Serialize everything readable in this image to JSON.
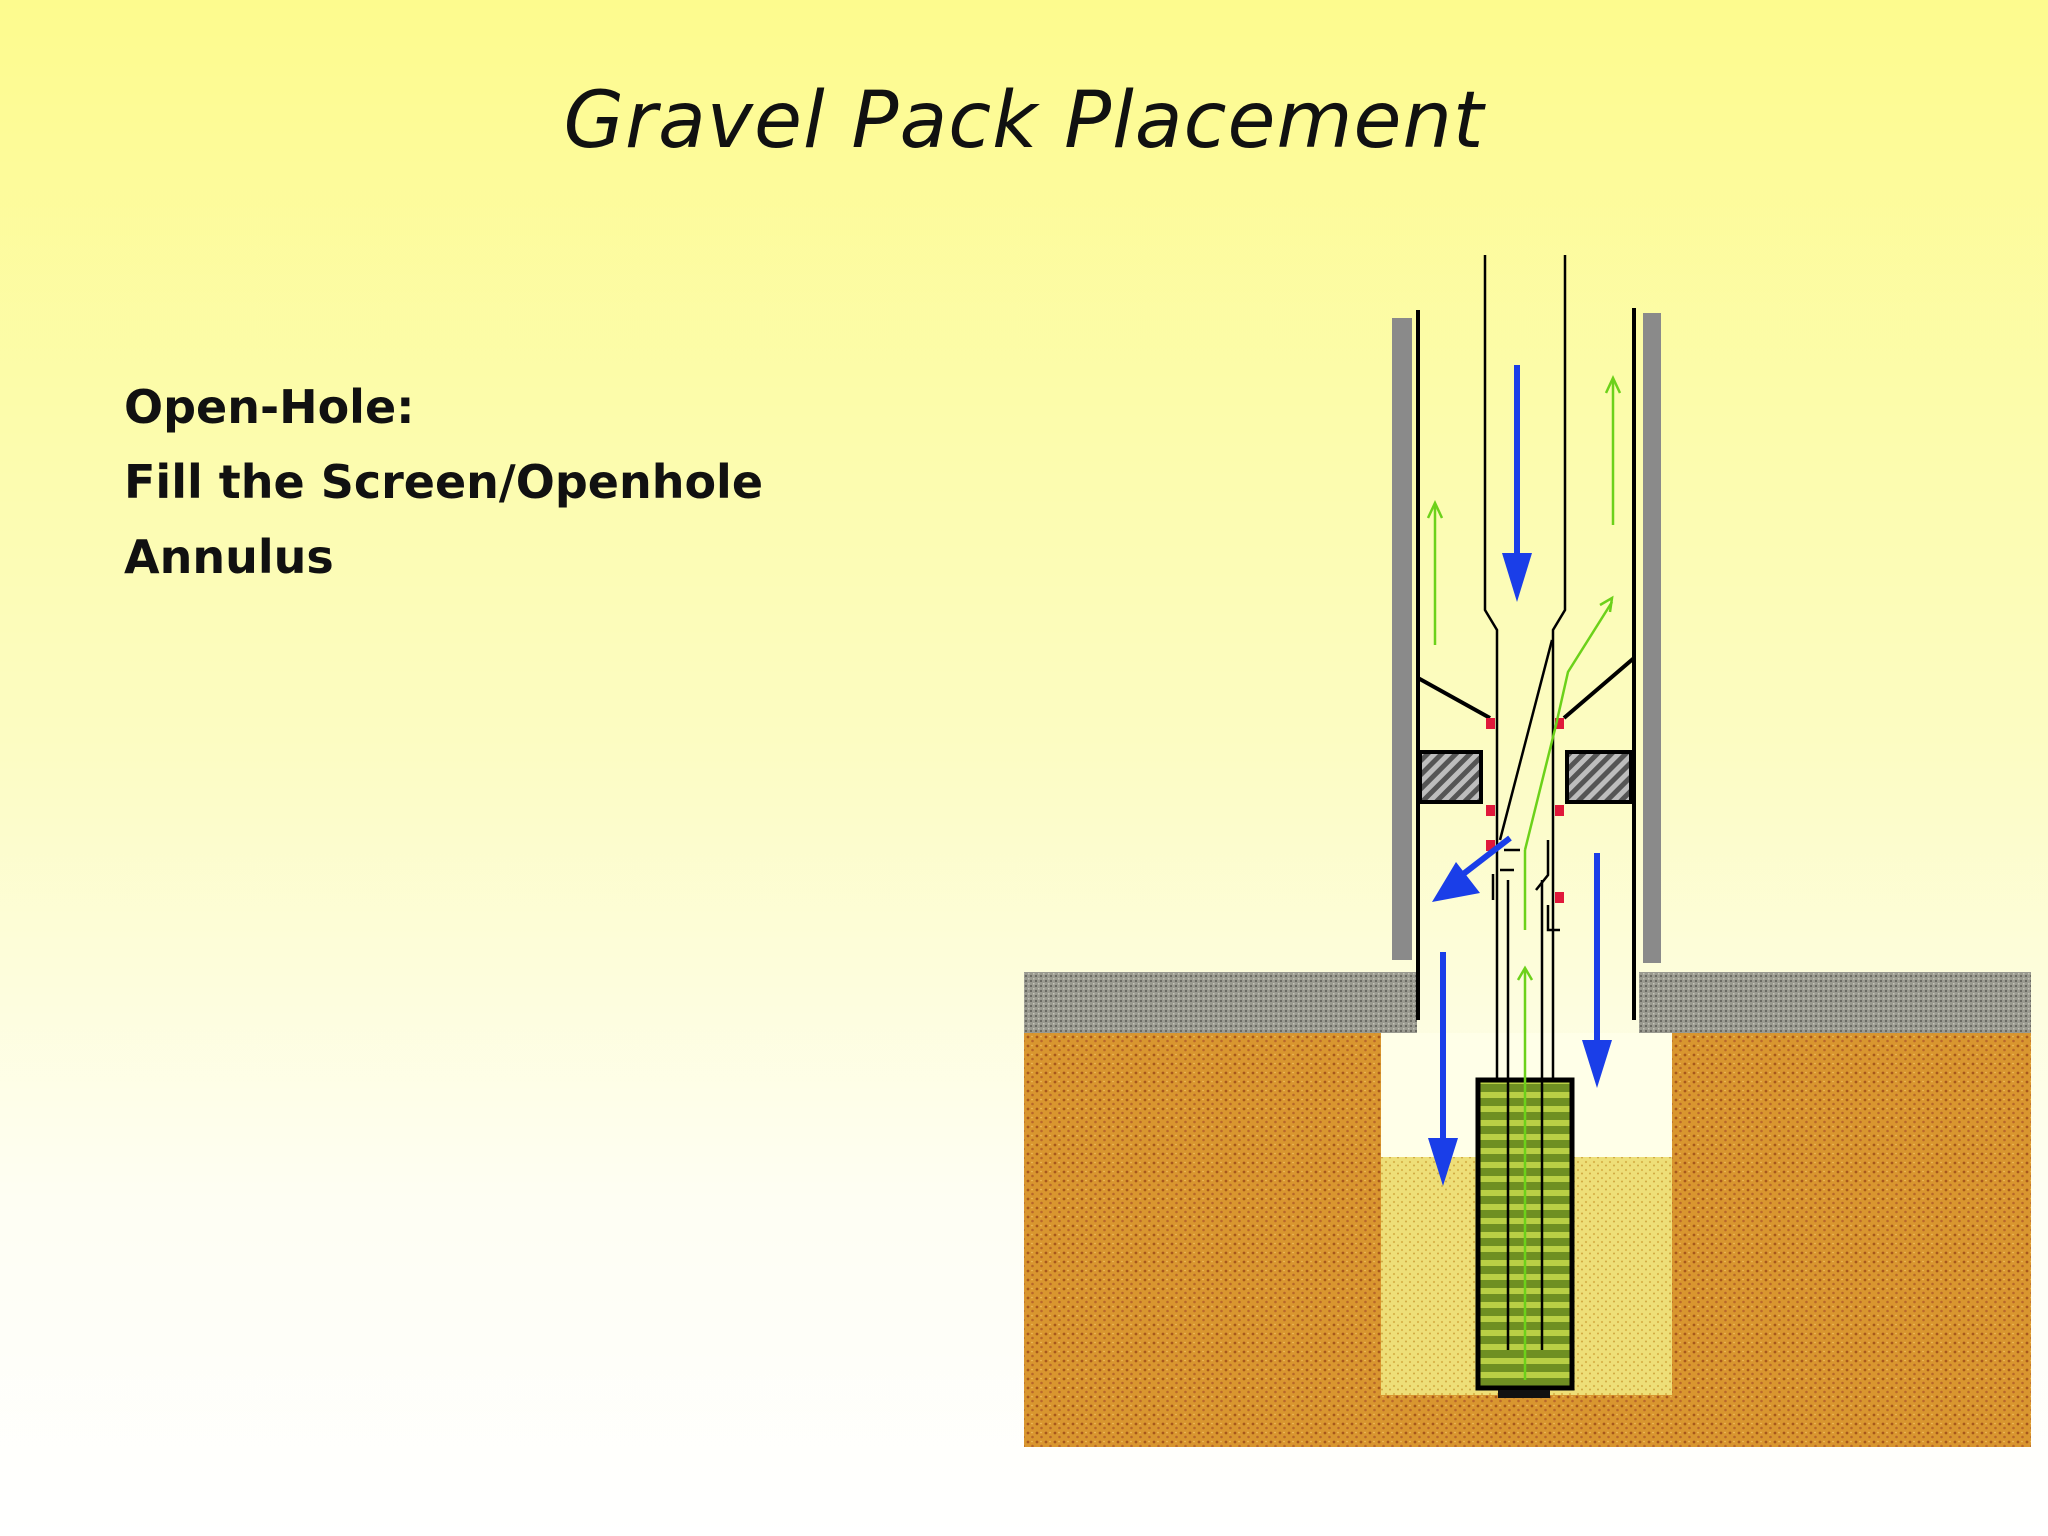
{
  "slide": {
    "title": "Gravel Pack Placement",
    "lines": [
      "Open-Hole:",
      "Fill the Screen/Openhole",
      "Annulus"
    ]
  },
  "diagram": {
    "colors": {
      "formation": "#d9962f",
      "formation_dots": "#a8581c",
      "casing": "#8a8a8a",
      "cement": "#8c8c80",
      "gravel_pack": "#eedf78",
      "screen": "#7a9a2a",
      "screen_stripes": "#c8d84a",
      "slurry_arrow": "#1a3ee8",
      "return_arrow": "#6cd11a",
      "seal": "#e0183a",
      "packer": "#555555"
    }
  }
}
